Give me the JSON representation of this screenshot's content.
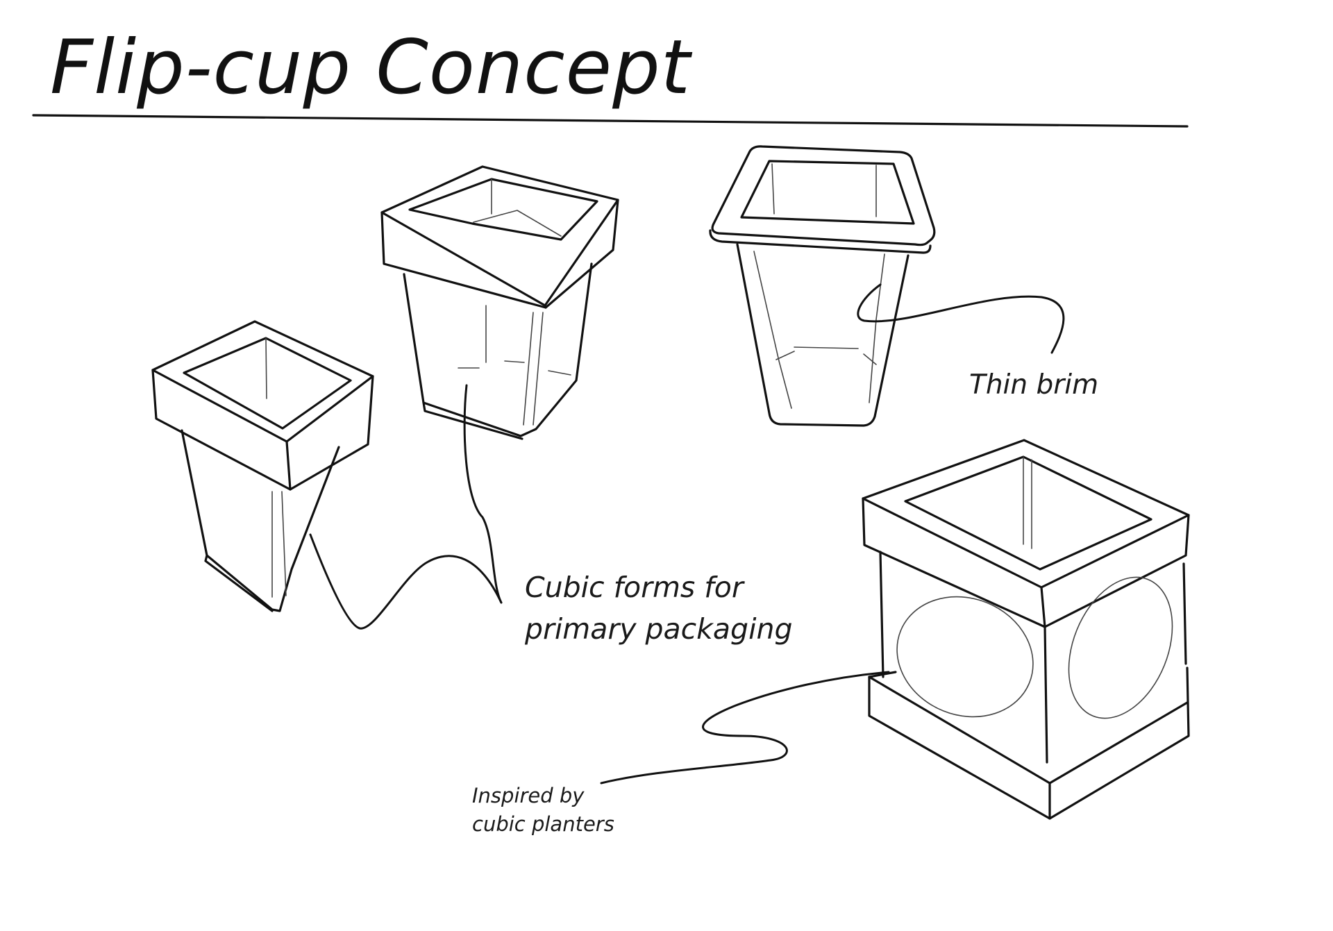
{
  "title": "Flip-cup Concept",
  "annotations": {
    "cubic_forms": [
      "Cubic forms for",
      "primary packaging"
    ],
    "thin_brim": "Thin brim",
    "inspired": [
      "Inspired by",
      "cubic planters"
    ]
  },
  "colors": {
    "ink": "#111111",
    "background": "#ffffff"
  }
}
